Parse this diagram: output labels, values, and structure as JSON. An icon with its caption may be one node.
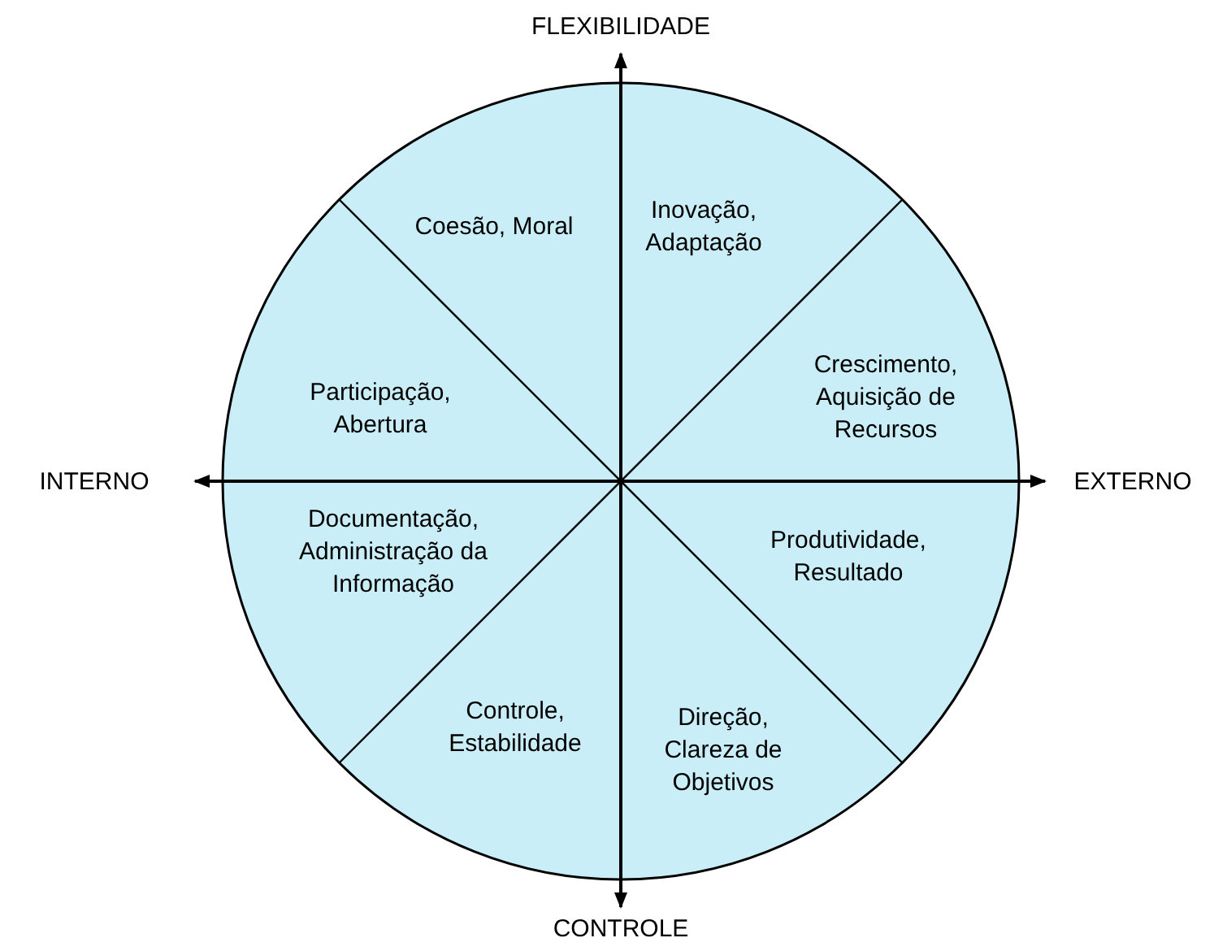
{
  "diagram": {
    "labels": [
      "FLEXIBILIDADE",
      "Coesão, Moral",
      "Inovação, Adaptação",
      "Participação, Abertura",
      "Crescimento, Aquisição de Recursos",
      "INTERNO",
      "EXTERNO",
      "Documentação, Administração da Informação",
      "Produtividade, Resultado",
      "Controle, Estabilidade",
      "Direção, Clareza de Objetivos",
      "CONTROLE"
    ]
  }
}
